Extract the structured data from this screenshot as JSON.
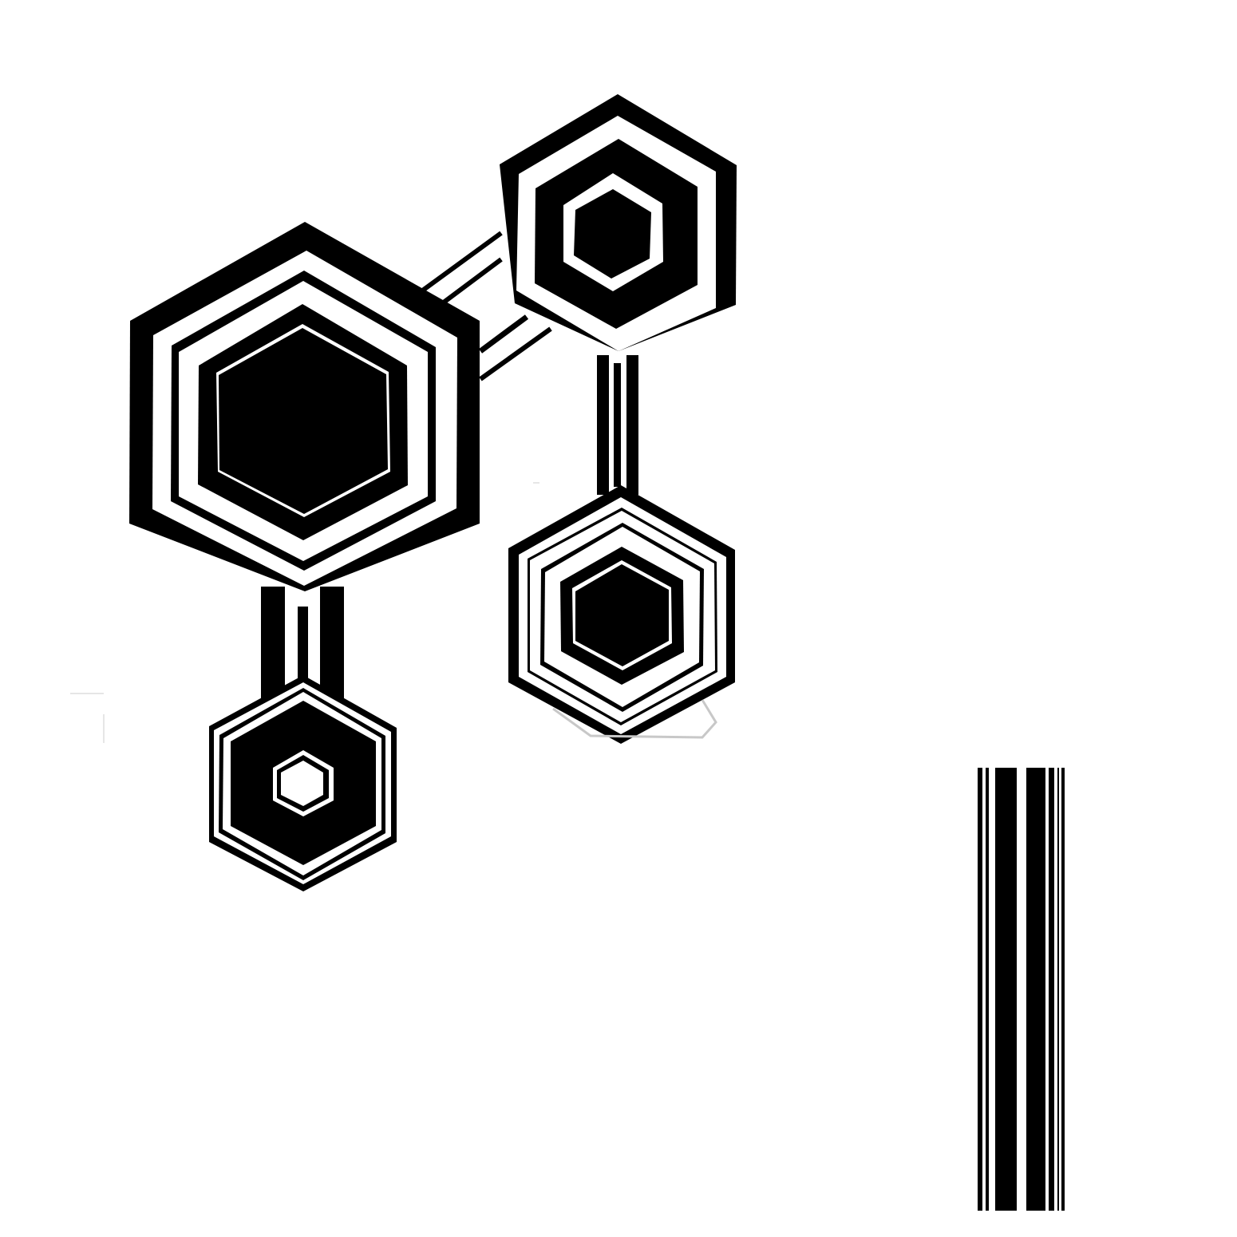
{
  "artwork": {
    "subject": "molecule-of-hexagons",
    "palette": {
      "ink": "#000000",
      "paper": "#ffffff"
    },
    "hexagon_nodes": [
      "hexagon-large",
      "hexagon-top",
      "hexagon-right",
      "hexagon-bottom"
    ],
    "bonds": [
      "bond-large-top",
      "bond-large-bottom",
      "bond-top-right"
    ],
    "side_element": "barcode-stripe"
  }
}
